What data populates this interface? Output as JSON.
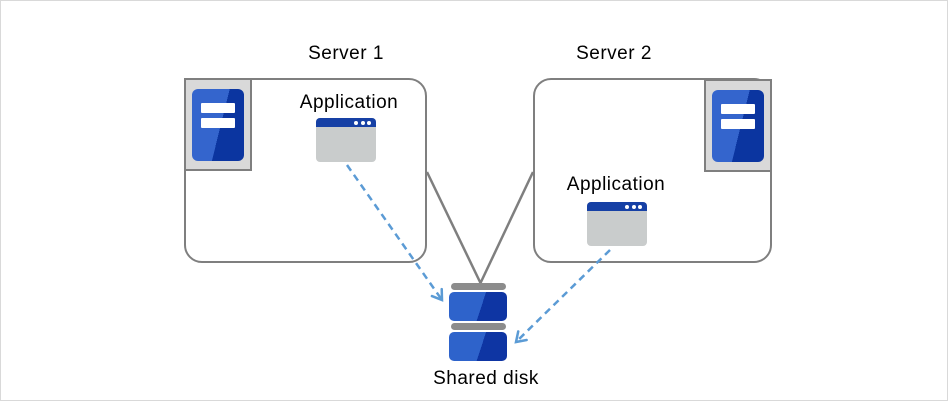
{
  "diagram": {
    "type": "architecture-diagram",
    "server1": {
      "title": "Server 1",
      "application_label": "Application"
    },
    "server2": {
      "title": "Server 2",
      "application_label": "Application"
    },
    "shared_disk": {
      "label": "Shared disk"
    },
    "connections": [
      {
        "from": "Server 1",
        "to": "Shared disk",
        "style": "solid-gray-line"
      },
      {
        "from": "Server 2",
        "to": "Shared disk",
        "style": "solid-gray-line"
      },
      {
        "from": "Application (Server 1)",
        "to": "Shared disk",
        "style": "dashed-blue-arrow"
      },
      {
        "from": "Application (Server 2)",
        "to": "Shared disk",
        "style": "dashed-blue-arrow"
      }
    ],
    "icons": {
      "server_tower": "blue tower unit with two white drive slots in gray frame",
      "application_window": "window with dark blue titlebar and three white dots",
      "shared_disk": "two stacked blue disk drives with gray caps"
    },
    "colors": {
      "canvas_border": "#D9D9D9",
      "box_border": "#7F7F7F",
      "icon_frame_fill": "#D9D9D9",
      "server_blue_light": "#3465CD",
      "server_blue_dark": "#0B35A0",
      "app_titlebar_blue": "#1640A5",
      "app_body_gray": "#C9CCCC",
      "disk_cap_gray": "#8C8C8C",
      "disk_blue_light": "#2E63CB",
      "disk_blue_dark": "#0E35A3",
      "connector_gray": "#7F7F7F",
      "arrow_blue": "#5B9BD5",
      "text": "#000000"
    }
  }
}
